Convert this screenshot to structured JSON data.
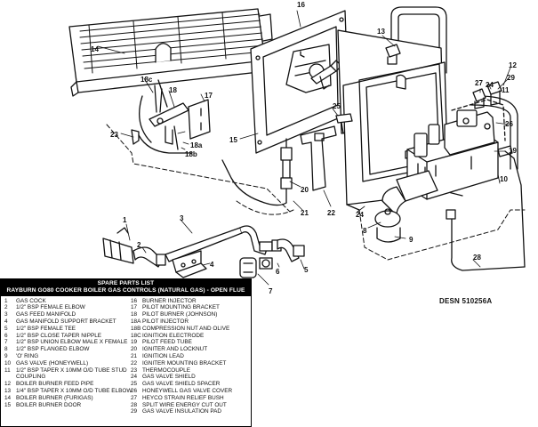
{
  "callouts": [
    "1",
    "2",
    "3",
    "4",
    "5",
    "6",
    "7",
    "8",
    "9",
    "10",
    "11",
    "12",
    "13",
    "14",
    "15",
    "16",
    "17",
    "18",
    "18a",
    "18b",
    "18c",
    "19",
    "20",
    "21",
    "22",
    "23",
    "24",
    "25",
    "26",
    "27",
    "28",
    "29"
  ],
  "designation": "DESN 510256A",
  "parts_list": {
    "title": "SPARE PARTS LIST",
    "subtitle": "RAYBURN GO80 COOKER   BOILER GAS CONTROLS (NATURAL GAS) - OPEN FLUE",
    "left": [
      {
        "num": "1",
        "text": "GAS COCK"
      },
      {
        "num": "2",
        "text": "1/2\" BSP FEMALE ELBOW"
      },
      {
        "num": "3",
        "text": "GAS FEED MANIFOLD"
      },
      {
        "num": "4",
        "text": "GAS MANIFOLD SUPPORT BRACKET"
      },
      {
        "num": "5",
        "text": "1/2\" BSP FEMALE TEE"
      },
      {
        "num": "6",
        "text": "1/2\" BSP CLOSE TAPER NIPPLE"
      },
      {
        "num": "7",
        "text": "1/2\" BSP UNION ELBOW MALE X FEMALE"
      },
      {
        "num": "8",
        "text": "1/2\" BSP FLANGED ELBOW"
      },
      {
        "num": "9",
        "text": "'O' RING"
      },
      {
        "num": "10",
        "text": "GAS VALVE (HONEYWELL)"
      },
      {
        "num": "11",
        "text": "1/2\" BSP TAPER X 10MM O/D TUBE STUD"
      },
      {
        "num": "",
        "text": "COUPLING"
      },
      {
        "num": "12",
        "text": "BOILER BURNER FEED PIPE"
      },
      {
        "num": "13",
        "text": "1/4\" BSP TAPER X 10MM O/D TUBE ELBOW"
      },
      {
        "num": "14",
        "text": "BOILER BURNER (FURIGAS)"
      },
      {
        "num": "15",
        "text": "BOILER BURNER DOOR"
      }
    ],
    "right": [
      {
        "num": "16",
        "text": "BURNER INJECTOR"
      },
      {
        "num": "17",
        "text": "PILOT MOUNTING BRACKET"
      },
      {
        "num": "18",
        "text": "PILOT BURNER (JOHNSON)"
      },
      {
        "num": "18A",
        "text": "PILOT INJECTOR"
      },
      {
        "num": "18B",
        "text": "COMPRESSION NUT AND OLIVE"
      },
      {
        "num": "18C",
        "text": "IGNITION ELECTRODE"
      },
      {
        "num": "19",
        "text": "PILOT FEED TUBE"
      },
      {
        "num": "20",
        "text": "IGNITER AND LOCKNUT"
      },
      {
        "num": "21",
        "text": "IGNITION LEAD"
      },
      {
        "num": "22",
        "text": "IGNITER MOUNTING BRACKET"
      },
      {
        "num": "23",
        "text": "THERMOCOUPLE"
      },
      {
        "num": "24",
        "text": "GAS VALVE SHIELD"
      },
      {
        "num": "25",
        "text": "GAS VALVE SHIELD SPACER"
      },
      {
        "num": "26",
        "text": "HONEYWELL GAS VALVE COVER"
      },
      {
        "num": "27",
        "text": "HEYCO STRAIN RELIEF BUSH"
      },
      {
        "num": "28",
        "text": "SPLIT WIRE ENERGY CUT OUT"
      },
      {
        "num": "29",
        "text": "GAS VALVE INSULATION PAD"
      }
    ]
  }
}
